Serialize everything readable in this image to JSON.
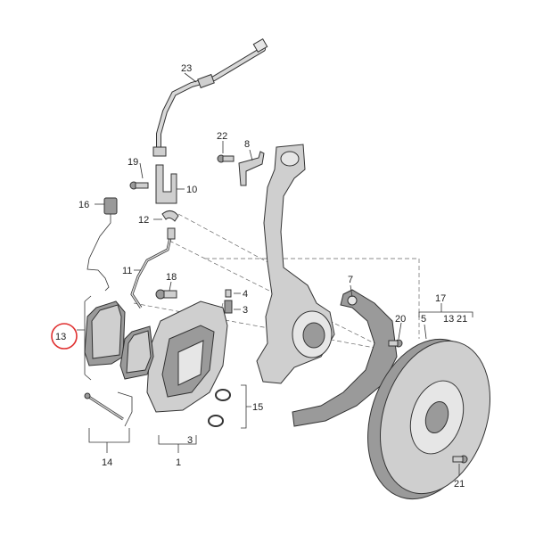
{
  "labels": {
    "l23": "23",
    "l22": "22",
    "l8": "8",
    "l19": "19",
    "l10": "10",
    "l16": "16",
    "l12": "12",
    "l11": "11",
    "l18": "18",
    "l4": "4",
    "l3a": "3",
    "l7": "7",
    "l17": "17",
    "l20": "20",
    "l5": "5",
    "l13r": "13",
    "l21r": "21",
    "l13": "13",
    "l15": "15",
    "l14": "14",
    "l1": "1",
    "l3b": "3",
    "l21b": "21"
  },
  "colors": {
    "highlight": "#e03030",
    "part": "#cfcfcf",
    "part_dark": "#9a9a9a"
  }
}
